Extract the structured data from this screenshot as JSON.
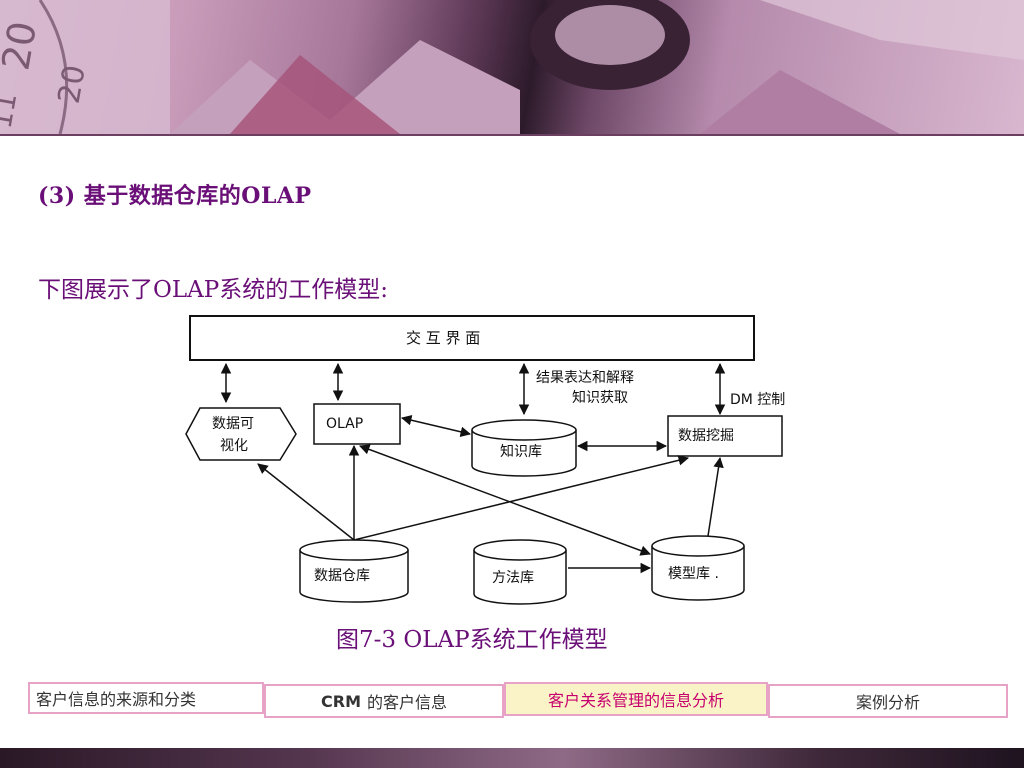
{
  "header": {
    "photo_numbers": [
      "20",
      "20",
      "11"
    ]
  },
  "content": {
    "section_title": "(3) 基于数据仓库的OLAP",
    "intro": "下图展示了OLAP系统的工作模型:"
  },
  "diagram": {
    "top_bar_label": "交 互 界 面",
    "nodes": {
      "visualization_line1": "数据可",
      "visualization_line2": "视化",
      "olap": "OLAP",
      "knowledge_base": "知识库",
      "data_mining": "数据挖掘",
      "data_warehouse": "数据仓库",
      "method_base": "方法库",
      "model_base": "模型库 ."
    },
    "labels": {
      "result_expression": "结果表达和解释",
      "knowledge_acquisition": "知识获取",
      "dm_control": "DM 控制"
    }
  },
  "caption": "图7-3 OLAP系统工作模型",
  "nav": {
    "tabs": [
      {
        "label": "客户信息的来源和分类"
      },
      {
        "strong": "CRM",
        "label": "的客户信息"
      },
      {
        "label": "客户关系管理的信息分析"
      },
      {
        "label": "案例分析"
      }
    ],
    "active_index": 2
  },
  "colors": {
    "title_purple": "#6a0f77",
    "tab_border": "#e7a2c6",
    "active_tab_bg": "#fbf3c8",
    "active_tab_text": "#c6006e"
  }
}
